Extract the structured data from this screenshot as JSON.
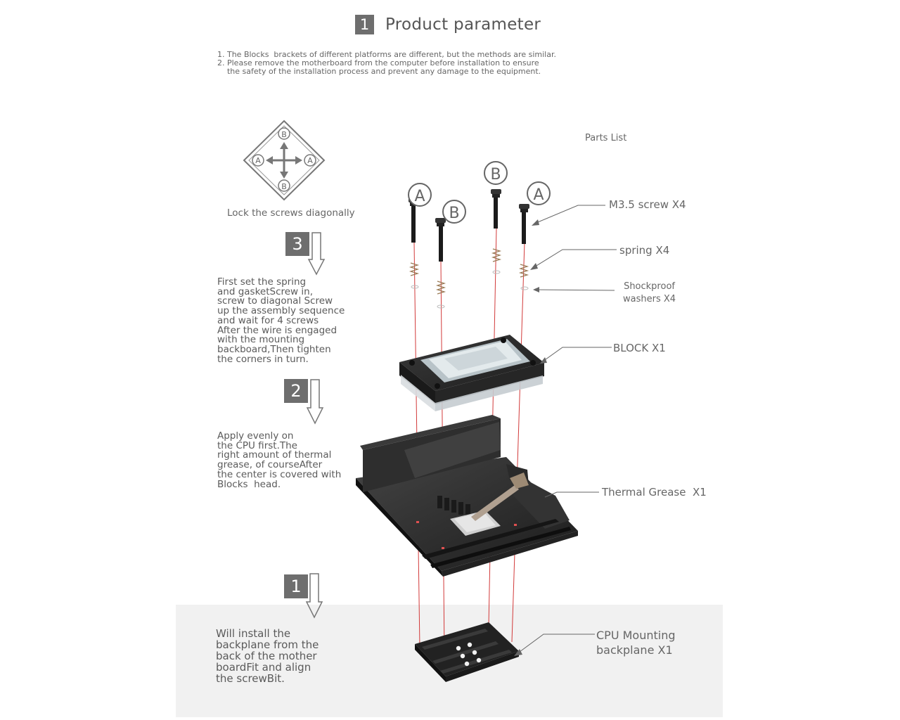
{
  "header": {
    "badge": "1",
    "title": "Product parameter"
  },
  "notes": {
    "line1": "1. The Blocks  brackets of different platforms are different, but the methods are similar.",
    "line2": "2. Please remove the motherboard from the computer before installation to ensure",
    "line3": "    the safety of the installation process and prevent any damage to the equipment."
  },
  "parts_list": {
    "title": "Parts List",
    "screw": "M3.5 screw X4",
    "spring": "spring X4",
    "washers": "Shockproof\nwashers X4",
    "block": "BLOCK X1",
    "grease": "Thermal Grease  X1",
    "backplane": "CPU Mounting\nbackplane X1"
  },
  "lock_diagram": {
    "caption": "Lock the screws diagonally",
    "markers": [
      "A",
      "B"
    ]
  },
  "callout_letters": {
    "a": "A",
    "b": "B"
  },
  "steps": [
    {
      "badge": "3",
      "text": "First set the spring\nand gasketScrew in,\nscrew to diagonal Screw\nup the assembly sequence\nand wait for 4 screws\nAfter the wire is engaged\nwith the mounting\nbackboard,Then tighten\nthe corners in turn."
    },
    {
      "badge": "2",
      "text": "Apply evenly on\nthe CPU first.The\nright amount of thermal\ngrease, of courseAfter\nthe center is covered with\nBlocks  head."
    },
    {
      "badge": "1",
      "text": "Will install the\nbackplane from the\nback of the mother\nboardFit and align\nthe screwBit."
    }
  ],
  "colors": {
    "badge": "#6e6e6e",
    "guide_line": "#d23a3a",
    "band": "#f1f1f1"
  }
}
